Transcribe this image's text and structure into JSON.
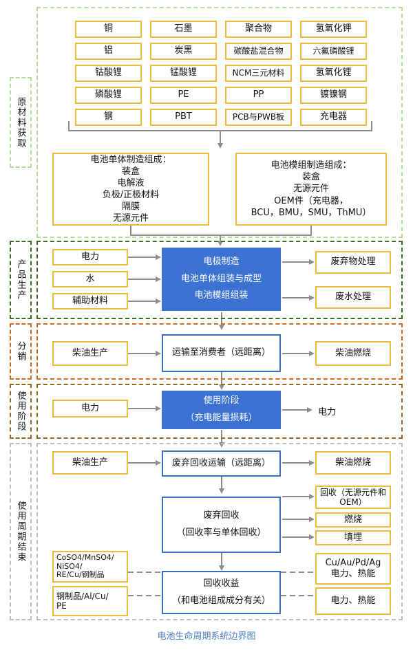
{
  "stages": {
    "raw": "原材料获取",
    "production": "产品生产",
    "distribution": "分销",
    "use": "使用阶段",
    "end_of_life": "使用周期结束"
  },
  "materials": [
    [
      "铜",
      "石墨",
      "聚合物",
      "氢氧化钾"
    ],
    [
      "铝",
      "炭黑",
      "碳酸盐混合物",
      "六氟磷酸锂"
    ],
    [
      "钴酸锂",
      "锰酸锂",
      "NCM三元材料",
      "氢氧化锂"
    ],
    [
      "磷酸锂",
      "PE",
      "PP",
      "镀镍钢"
    ],
    [
      "钢",
      "PBT",
      "PCB与PWB板",
      "充电器"
    ]
  ],
  "cell_composition": "电池单体制造组成：\n装盒\n电解液\n负极/正极材料\n隔膜\n无源元件",
  "module_composition": "电池模组制造组成：\n装盒\n无源元件\nOEM件（充电器，\nBCU，BMU，SMU，ThMU）",
  "production": {
    "inputs": [
      "电力",
      "水",
      "辅助材料"
    ],
    "process": "电极制造\n电池单体组装与成型\n电池模组组装",
    "outputs": [
      "废弃物处理",
      "废水处理"
    ]
  },
  "distribution": {
    "input": "柴油生产",
    "process": "运输至消费者（远距离）",
    "output": "柴油燃烧"
  },
  "use": {
    "input": "电力",
    "process": "使用阶段\n（充电能量损耗）",
    "output": "电力"
  },
  "end_of_life": {
    "transport_input": "柴油生产",
    "transport": "废弃回收运输（远距离）",
    "transport_output": "柴油燃烧",
    "recycling": "废弃回收\n（回收率与单体回收）",
    "recycling_outputs": [
      "回收（无源元件和OEM）",
      "燃烧",
      "填埋"
    ],
    "yield": "回收收益\n（和电池组成成分有关）",
    "credit_left_1": "CoSO4/MnSO4/\nNiSO4/\nRE/Cu/钢制品",
    "credit_left_2": "钢制品/Al/Cu/\nPE",
    "credit_right_1": "Cu/Au/Pd/Ag\n电力、热能",
    "credit_right_2": "电力、热能"
  },
  "caption": "电池生命周期系统边界图",
  "colors": {
    "raw_border": "#b7dca0",
    "production_border": "#3d6b1f",
    "distribution_border": "#cf6a1a",
    "use_border": "#8a6a1f",
    "eol_border": "#bdbdbd",
    "box_yellow": "#eebc3a",
    "box_blue": "#3a6cc4",
    "arrow": "#8c8c8c",
    "caption": "#4d7fc0"
  }
}
